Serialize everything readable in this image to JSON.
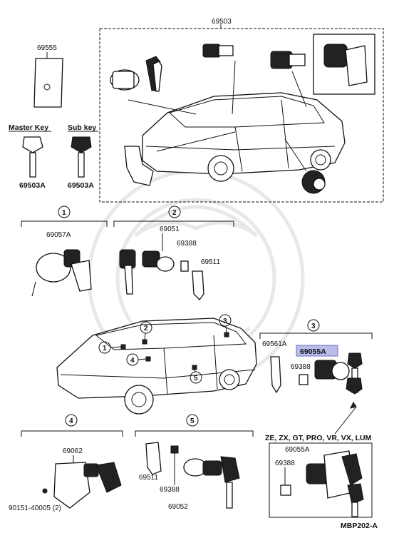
{
  "diagram": {
    "set_part": "69503",
    "blank_plate": "69555",
    "master_key_label": "Master Key",
    "sub_key_label": "Sub key",
    "master_key_part": "69503A",
    "sub_key_part": "69503A",
    "groups": [
      {
        "num": "1",
        "parts": [
          "69057A"
        ]
      },
      {
        "num": "2",
        "parts": [
          "69051",
          "69388",
          "69511"
        ]
      },
      {
        "num": "3",
        "parts": [
          "69561A",
          "69055A",
          "69388"
        ]
      },
      {
        "num": "4",
        "parts": [
          "69062",
          "90151-40005 (2)"
        ]
      },
      {
        "num": "5",
        "parts": [
          "69511",
          "69388",
          "69052"
        ]
      }
    ],
    "variant_note": "ZE, ZX, GT, PRO, VR, VX, LUM",
    "variant_parts": [
      "69055A",
      "69388"
    ],
    "car_callouts": [
      "1",
      "2",
      "3",
      "4",
      "5"
    ],
    "figure_code": "MBP202-A"
  }
}
